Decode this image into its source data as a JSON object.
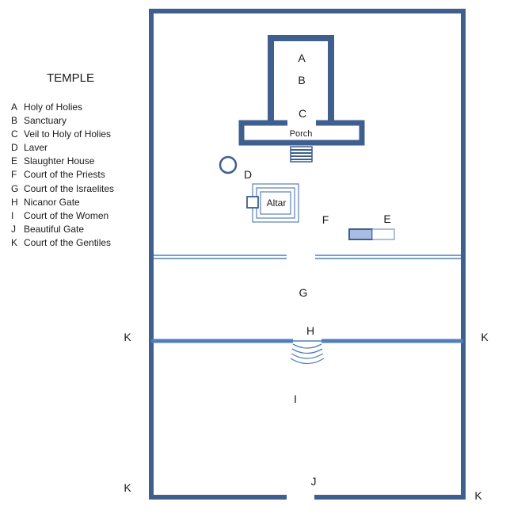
{
  "legend": {
    "title": "TEMPLE",
    "items": [
      {
        "key": "A",
        "label": "Holy of Holies"
      },
      {
        "key": "B",
        "label": "Sanctuary"
      },
      {
        "key": "C",
        "label": "Veil to Holy of Holies"
      },
      {
        "key": "D",
        "label": "Laver"
      },
      {
        "key": "E",
        "label": "Slaughter House"
      },
      {
        "key": "F",
        "label": "Court of the Priests"
      },
      {
        "key": "G",
        "label": "Court of the Israelites"
      },
      {
        "key": "H",
        "label": "Nicanor Gate"
      },
      {
        "key": "I",
        "label": "Court of the Women"
      },
      {
        "key": "J",
        "label": "Beautiful Gate"
      },
      {
        "key": "K",
        "label": "Court of the Gentiles"
      }
    ]
  },
  "plan": {
    "label_a": "A",
    "label_b": "B",
    "label_c": "C",
    "porch": "Porch",
    "label_d": "D",
    "altar": "Altar",
    "label_f": "F",
    "label_e": "E",
    "label_g": "G",
    "label_h": "H",
    "label_i": "I",
    "label_j": "J",
    "k_left_mid": "K",
    "k_right_mid": "K",
    "k_left_bottom": "K",
    "k_right_bottom": "K"
  },
  "colors": {
    "wall": "#3f5f8f",
    "inner_line": "#4f7fbf",
    "slaughter_fill": "#a9bce3"
  }
}
